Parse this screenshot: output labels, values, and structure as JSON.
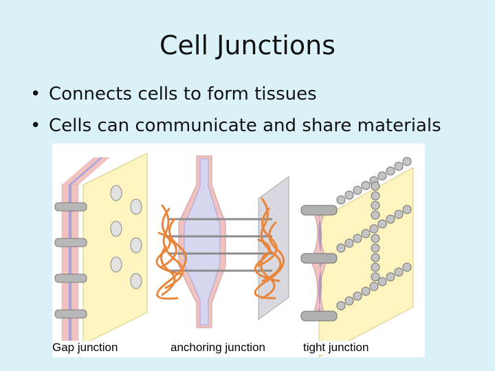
{
  "slide": {
    "title": "Cell Junctions",
    "bullets": [
      "Connects cells to form tissues",
      "Cells can communicate and share materials"
    ]
  },
  "figure": {
    "captions": {
      "gap": "Gap junction",
      "anchoring": "anchoring junction",
      "tight": "tight junction"
    },
    "colors": {
      "membrane_pink": "#f1c3c0",
      "membrane_lilac": "#a6a1d6",
      "cytoplasm_yellow": "#fdf4c0",
      "filament_orange": "#e8853a",
      "protein_grey": "#a8a8a8"
    }
  }
}
